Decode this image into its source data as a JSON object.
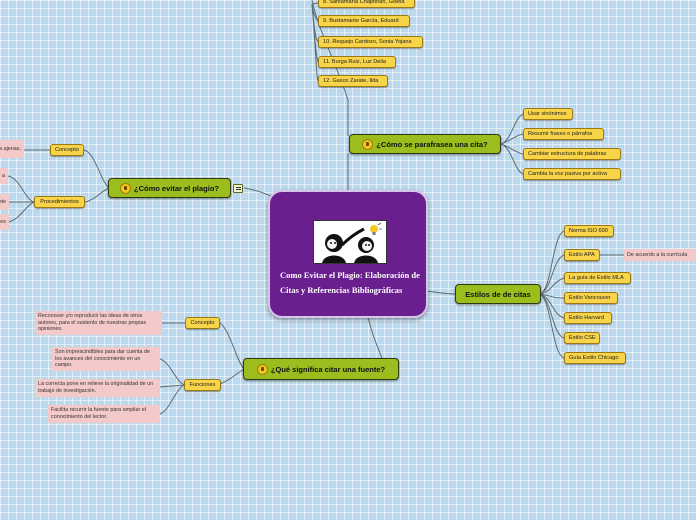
{
  "central": {
    "title": "Como Evitar el Plagio: Elaboración de Citas y Referencias Bibliográficas"
  },
  "topics": {
    "parafrasea": {
      "label": "¿Cómo se parafrasea una cita?",
      "items": [
        "Usar sinónimos",
        "Resumir frases o párrafos",
        "Cambiar estructura de palabras",
        "Cambia la voz pasiva por activa"
      ]
    },
    "evitar": {
      "label": "¿Cómo evitar el plagio?",
      "concepto": "Concepto",
      "concepto_note": "a ajenas,",
      "procedimientos": "Procedimientos",
      "proc_notes": [
        "a",
        "nte",
        "es"
      ]
    },
    "estilos": {
      "label": "Estilos de de citas",
      "items": [
        "Norma ISO 690",
        "Estilo APA",
        "La guía de Estilo MLA",
        "Estilo Vancouver",
        "Estilo Harvard",
        "Estilo CSE",
        "Guía Estilo Chicago"
      ],
      "apa_note": "De acuerdo a la currícula"
    },
    "fuente": {
      "label": "¿Qué significa citar una fuente?",
      "concepto": "Concepto",
      "concepto_note": "Reconocer y/o reproducir las ideas de otros autores, para el sustento de nuestras propias opiniones.",
      "funciones": "Funciones",
      "funciones_notes": [
        "Son imprescindibles para dar cuenta de los avances del conocimiento en un campo.",
        "La correcta pone en relieve la originalidad de un trabajo de investigación.",
        "Facilita recurrir la fuente para ampliar el conocimiento del lector."
      ]
    }
  },
  "authors": [
    "8. Santamaría Chapoñan, Gisela",
    "9. Bustamante García, Eduard",
    "10. Requejo Cardozo, Sonia Yojana",
    "11. Burga Ruiz, Luz Delia",
    "12. Gasco Zarate, Ilda"
  ],
  "colors": {
    "central": "#6a1f8e",
    "topic": "#9bbd1e",
    "subtopic": "#f7d44a",
    "note": "#f4c9c9",
    "background": "#bcd8ec"
  },
  "icons": {
    "topic_icon": "lightbulb-icon",
    "note_icon": "note-icon"
  }
}
